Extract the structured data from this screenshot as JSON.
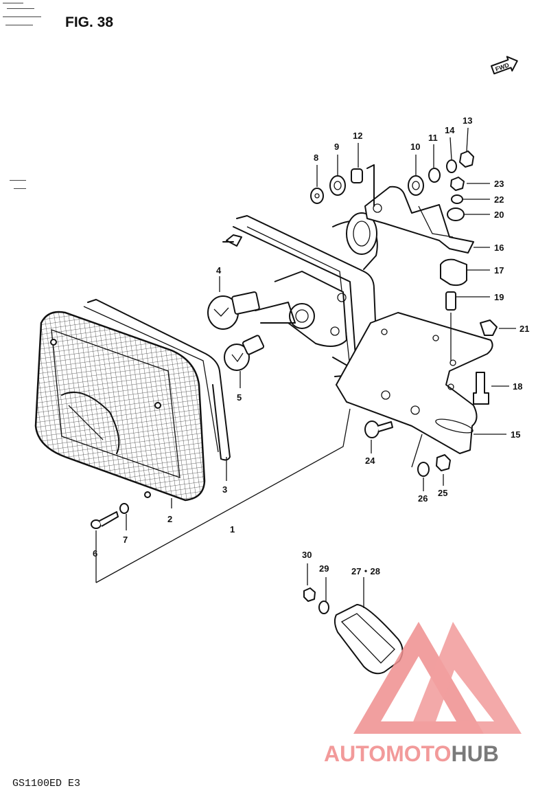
{
  "figure": {
    "title": "FIG. 38",
    "model": "GS1100ED  E3",
    "fwd_label": "FWD"
  },
  "callouts": [
    {
      "id": "1",
      "text": "1"
    },
    {
      "id": "2",
      "text": "2"
    },
    {
      "id": "3",
      "text": "3"
    },
    {
      "id": "4",
      "text": "4"
    },
    {
      "id": "5",
      "text": "5"
    },
    {
      "id": "6",
      "text": "6"
    },
    {
      "id": "7",
      "text": "7"
    },
    {
      "id": "8",
      "text": "8"
    },
    {
      "id": "9",
      "text": "9"
    },
    {
      "id": "10",
      "text": "10"
    },
    {
      "id": "11",
      "text": "11"
    },
    {
      "id": "12",
      "text": "12"
    },
    {
      "id": "13",
      "text": "13"
    },
    {
      "id": "14",
      "text": "14"
    },
    {
      "id": "15",
      "text": "15"
    },
    {
      "id": "16",
      "text": "16"
    },
    {
      "id": "17",
      "text": "17"
    },
    {
      "id": "18",
      "text": "18"
    },
    {
      "id": "19",
      "text": "19"
    },
    {
      "id": "20",
      "text": "20"
    },
    {
      "id": "21",
      "text": "21"
    },
    {
      "id": "22",
      "text": "22"
    },
    {
      "id": "23",
      "text": "23"
    },
    {
      "id": "24",
      "text": "24"
    },
    {
      "id": "25",
      "text": "25"
    },
    {
      "id": "26",
      "text": "26"
    },
    {
      "id": "27-28",
      "text": "27・28"
    },
    {
      "id": "29",
      "text": "29"
    },
    {
      "id": "30",
      "text": "30"
    }
  ],
  "watermark": {
    "part1": "AUTOMOTO",
    "part2": "HUB",
    "color_main": "#f29a9a",
    "color_hub": "#7a7a7a",
    "color_logo": "#ef8f8f"
  }
}
